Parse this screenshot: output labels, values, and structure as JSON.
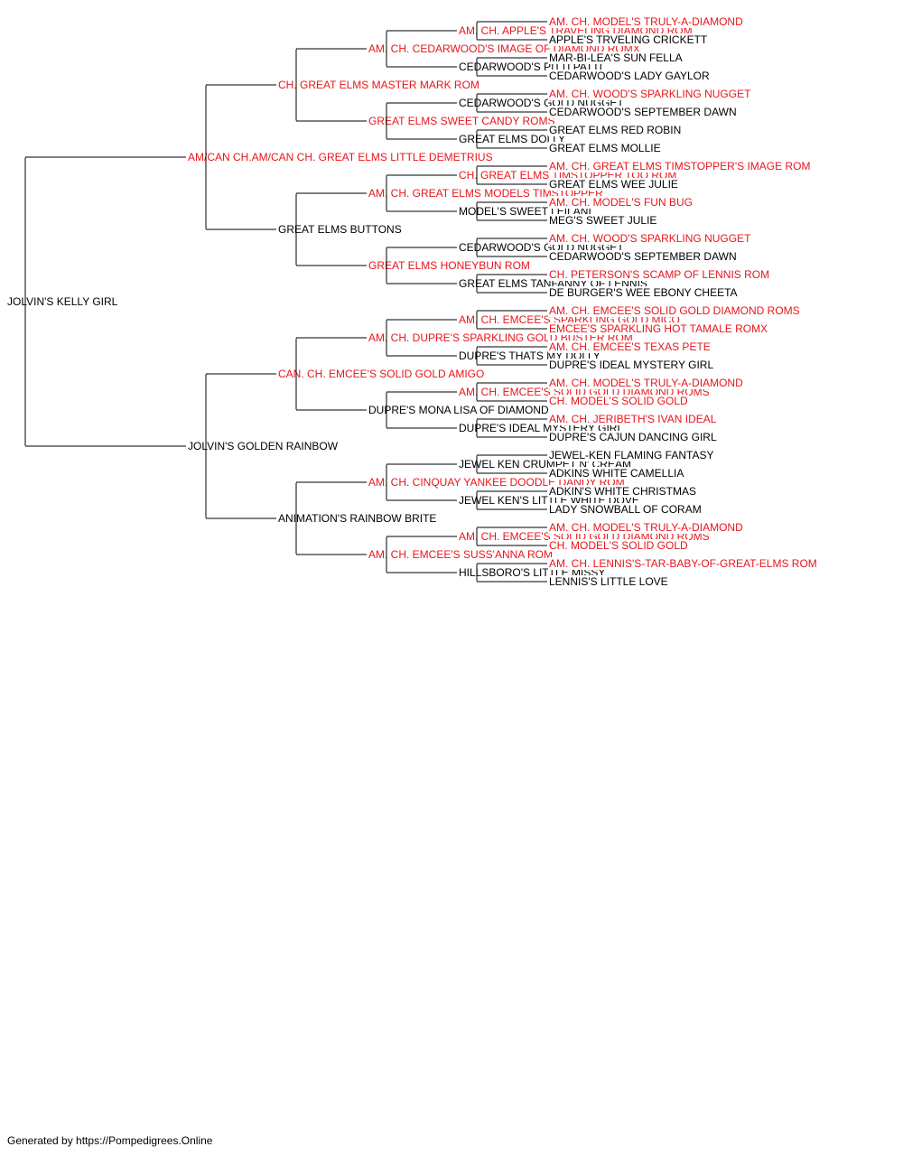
{
  "colors": {
    "champion": "#e8151b",
    "normal": "#000000",
    "line": "#000000"
  },
  "footer": "Generated by https://Pompedigrees.Online",
  "pedigree": {
    "name": "JOLVIN'S KELLY GIRL",
    "champion": false,
    "sire": {
      "name": "AM/CAN CH.AM/CAN CH. GREAT ELMS LITTLE DEMETRIUS",
      "champion": true,
      "sire": {
        "name": "CH. GREAT ELMS MASTER MARK ROM",
        "champion": true,
        "sire": {
          "name": "AM. CH. CEDARWOOD'S IMAGE OF DIAMOND ROMX",
          "champion": true,
          "sire": {
            "name": "AM. CH. APPLE'S TRAVELING DIAMOND ROM",
            "champion": true,
            "sire": {
              "name": "AM. CH. MODEL'S TRULY-A-DIAMOND",
              "champion": true
            },
            "dam": {
              "name": "APPLE'S TRVELING CRICKETT",
              "champion": false
            }
          },
          "dam": {
            "name": "CEDARWOOD'S PITTI PATTI",
            "champion": false,
            "sire": {
              "name": "MAR-BI-LEA'S SUN FELLA",
              "champion": false
            },
            "dam": {
              "name": "CEDARWOOD'S LADY GAYLOR",
              "champion": false
            }
          }
        },
        "dam": {
          "name": "GREAT ELMS SWEET CANDY ROMS",
          "champion": true,
          "sire": {
            "name": "CEDARWOOD'S GOLD NUGGET",
            "champion": false,
            "sire": {
              "name": "AM. CH. WOOD'S SPARKLING NUGGET",
              "champion": true
            },
            "dam": {
              "name": "CEDARWOOD'S SEPTEMBER DAWN",
              "champion": false
            }
          },
          "dam": {
            "name": "GREAT ELMS DOLLY",
            "champion": false,
            "sire": {
              "name": "GREAT ELMS RED ROBIN",
              "champion": false
            },
            "dam": {
              "name": "GREAT ELMS MOLLIE",
              "champion": false
            }
          }
        }
      },
      "dam": {
        "name": "GREAT ELMS BUTTONS",
        "champion": false,
        "sire": {
          "name": "AM. CH. GREAT ELMS MODELS TIMSTOPPER",
          "champion": true,
          "sire": {
            "name": "CH. GREAT ELMS TIMSTOPPER TOO ROM",
            "champion": true,
            "sire": {
              "name": "AM. CH. GREAT ELMS TIMSTOPPER'S IMAGE ROM",
              "champion": true
            },
            "dam": {
              "name": "GREAT ELMS WEE JULIE",
              "champion": false
            }
          },
          "dam": {
            "name": "MODEL'S SWEET LEILANI",
            "champion": false,
            "sire": {
              "name": "AM. CH. MODEL'S FUN BUG",
              "champion": true
            },
            "dam": {
              "name": "MEG'S SWEET JULIE",
              "champion": false
            }
          }
        },
        "dam": {
          "name": "GREAT ELMS HONEYBUN ROM",
          "champion": true,
          "sire": {
            "name": "CEDARWOOD'S GOLD NUGGET",
            "champion": false,
            "sire": {
              "name": "AM. CH. WOOD'S SPARKLING NUGGET",
              "champion": true
            },
            "dam": {
              "name": "CEDARWOOD'S SEPTEMBER DAWN",
              "champion": false
            }
          },
          "dam": {
            "name": "GREAT ELMS TANFANNY OF LENNIS",
            "champion": false,
            "sire": {
              "name": "CH. PETERSON'S SCAMP OF LENNIS ROM",
              "champion": true
            },
            "dam": {
              "name": "DE BURGER'S WEE EBONY CHEETA",
              "champion": false
            }
          }
        }
      }
    },
    "dam": {
      "name": "JOLVIN'S GOLDEN RAINBOW",
      "champion": false,
      "sire": {
        "name": "CAN. CH. EMCEE'S SOLID GOLD AMIGO",
        "champion": true,
        "sire": {
          "name": "AM. CH. DUPRE'S SPARKLING GOLD BUSTER ROM",
          "champion": true,
          "sire": {
            "name": "AM. CH. EMCEE'S SPARKLING GOLD MICO",
            "champion": true,
            "sire": {
              "name": "AM. CH. EMCEE'S SOLID GOLD DIAMOND ROMS",
              "champion": true
            },
            "dam": {
              "name": "EMCEE'S SPARKLING HOT TAMALE ROMX",
              "champion": true
            }
          },
          "dam": {
            "name": "DUPRE'S THATS MY DOLLY",
            "champion": false,
            "sire": {
              "name": "AM. CH. EMCEE'S TEXAS PETE",
              "champion": true
            },
            "dam": {
              "name": "DUPRE'S IDEAL MYSTERY GIRL",
              "champion": false
            }
          }
        },
        "dam": {
          "name": "DUPRE'S MONA LISA OF DIAMOND",
          "champion": false,
          "sire": {
            "name": "AM. CH. EMCEE'S SOLID GOLD DIAMOND ROMS",
            "champion": true,
            "sire": {
              "name": "AM. CH. MODEL'S TRULY-A-DIAMOND",
              "champion": true
            },
            "dam": {
              "name": "CH. MODEL'S SOLID GOLD",
              "champion": true
            }
          },
          "dam": {
            "name": "DUPRE'S IDEAL MYSTERY GIRL",
            "champion": false,
            "sire": {
              "name": "AM. CH. JERIBETH'S IVAN IDEAL",
              "champion": true
            },
            "dam": {
              "name": "DUPRE'S CAJUN DANCING GIRL",
              "champion": false
            }
          }
        }
      },
      "dam": {
        "name": "ANIMATION'S RAINBOW BRITE",
        "champion": false,
        "sire": {
          "name": "AM. CH. CINQUAY YANKEE DOODLE DANDY ROM",
          "champion": true,
          "sire": {
            "name": "JEWEL KEN CRUMPET N' CREAM",
            "champion": false,
            "sire": {
              "name": "JEWEL-KEN FLAMING FANTASY",
              "champion": false
            },
            "dam": {
              "name": "ADKINS WHITE CAMELLIA",
              "champion": false
            }
          },
          "dam": {
            "name": "JEWEL KEN'S LITTLE WHITE DOVE",
            "champion": false,
            "sire": {
              "name": "ADKIN'S WHITE CHRISTMAS",
              "champion": false
            },
            "dam": {
              "name": "LADY SNOWBALL OF CORAM",
              "champion": false
            }
          }
        },
        "dam": {
          "name": "AM. CH. EMCEE'S SUSS'ANNA ROM",
          "champion": true,
          "sire": {
            "name": "AM. CH. EMCEE'S SOLID GOLD DIAMOND ROMS",
            "champion": true,
            "sire": {
              "name": "AM. CH. MODEL'S TRULY-A-DIAMOND",
              "champion": true
            },
            "dam": {
              "name": "CH. MODEL'S SOLID GOLD",
              "champion": true
            }
          },
          "dam": {
            "name": "HILLSBORO'S LITTLE MISSY",
            "champion": false,
            "sire": {
              "name": "AM. CH. LENNIS'S-TAR-BABY-OF-GREAT-ELMS ROM",
              "champion": true
            },
            "dam": {
              "name": "LENNIS'S LITTLE LOVE",
              "champion": false
            }
          }
        }
      }
    }
  }
}
